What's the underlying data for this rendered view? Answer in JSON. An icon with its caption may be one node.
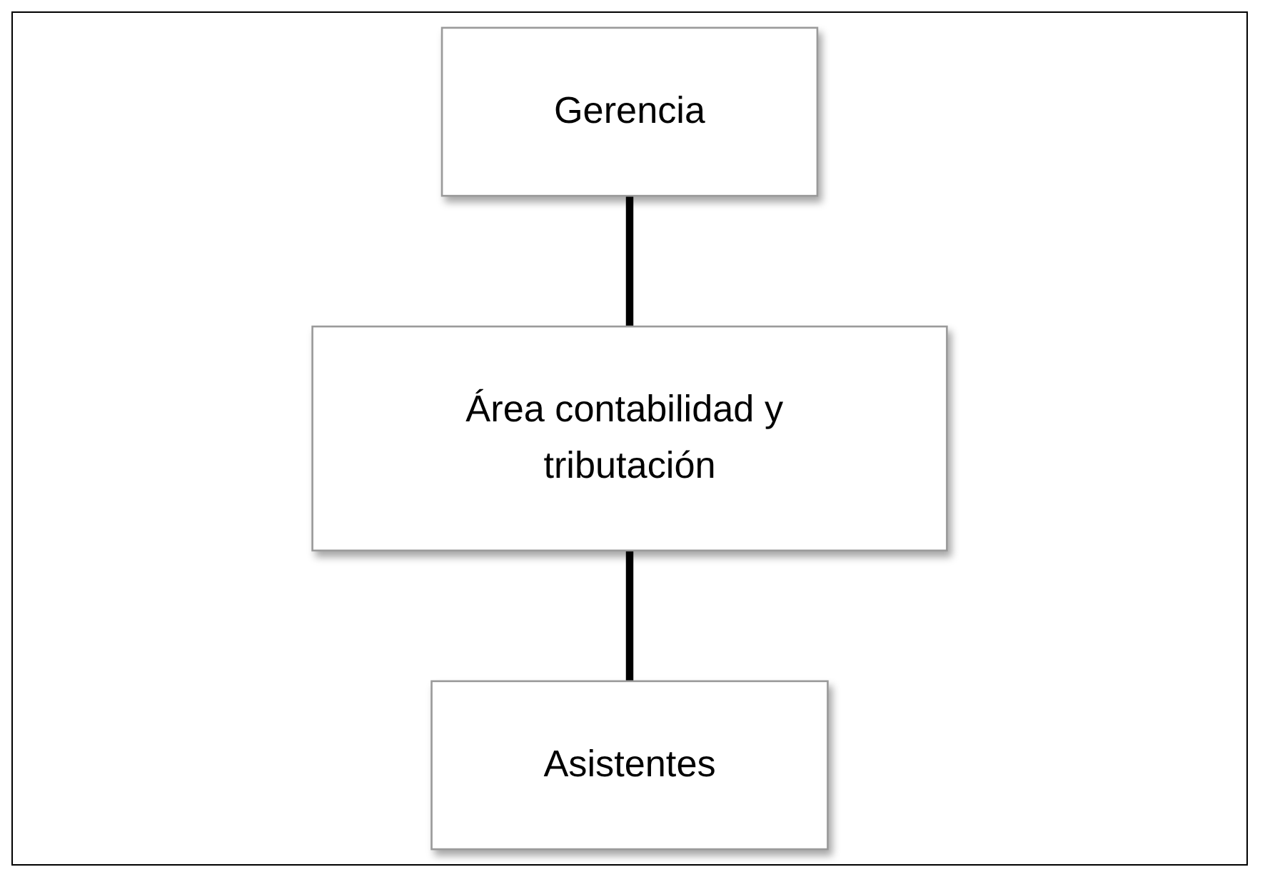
{
  "diagram": {
    "nodes": [
      {
        "text": [
          "Gerencia"
        ]
      },
      {
        "text": [
          "Área contabilidad y tributación"
        ]
      },
      {
        "text": [
          "Asistentes"
        ]
      }
    ],
    "edges": [
      {
        "from": 0,
        "to": 1,
        "arrow": "none"
      },
      {
        "from": 1,
        "to": 2,
        "arrow": "none"
      }
    ]
  }
}
